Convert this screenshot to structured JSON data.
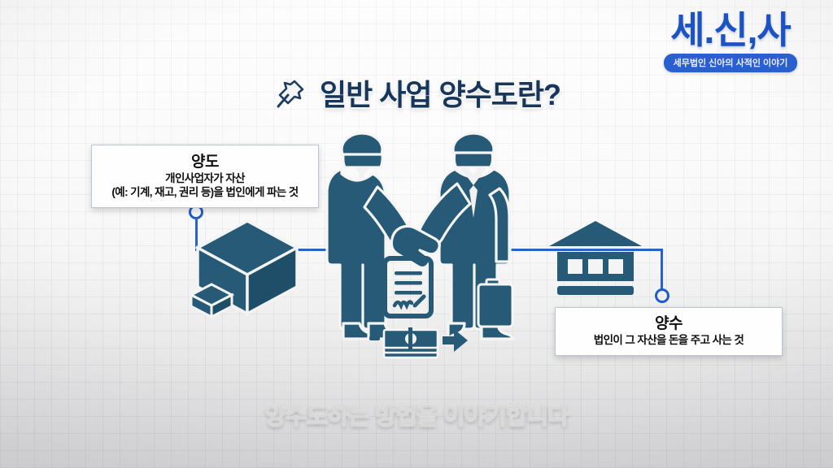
{
  "logo": {
    "main": "세.신,사",
    "tagline": "세무법인 신아의 사적인 이야기",
    "color": "#1b52c4",
    "badge_color": "#2a5fd0"
  },
  "header": {
    "title": "일반 사업 양수도란?",
    "pin_icon": "pushpin-icon",
    "title_color": "#17365c"
  },
  "callouts": {
    "left": {
      "title": "양도",
      "line1": "개인사업자가 자산",
      "line2": "(예: 기계, 재고, 권리 등)을 법인에게 파는 것"
    },
    "right": {
      "title": "양수",
      "line1": "법인이 그 자산을 돈을 주고 사는 것"
    }
  },
  "illustration": {
    "left_icon": "box-cube-icon",
    "right_icon": "bank-building-icon",
    "center_left_figure": "businessman-seller-silhouette",
    "center_right_figure": "businessman-buyer-silhouette",
    "handshake": "handshake-icon",
    "contract_icon": "contract-document-icon",
    "money_icon": "cash-transfer-icon",
    "briefcase_icon": "briefcase-icon",
    "figure_color": "#265a77",
    "connector_color": "#2a62c9"
  },
  "subtitle": {
    "text": "양수도하는 방법을 이야기합니다",
    "color": "#d8d8d8"
  }
}
